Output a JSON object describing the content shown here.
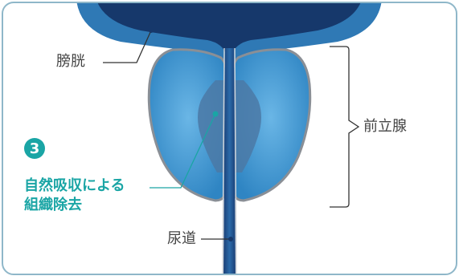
{
  "labels": {
    "bladder": "膀胱",
    "prostate": "前立腺",
    "urethra": "尿道",
    "step_number": "3",
    "treatment_line1": "自然吸収による",
    "treatment_line2": "組織除去"
  },
  "colors": {
    "frame_border": "#8fb7c9",
    "bladder_dark": "#16386b",
    "bladder_mid": "#2f79b5",
    "prostate_outer": "#2f85c3",
    "prostate_inner": "#60aee0",
    "prostate_core": "#4b79a6",
    "urethra": "#1e4c86",
    "accent_teal": "#1aa5a5",
    "text": "#444444"
  }
}
